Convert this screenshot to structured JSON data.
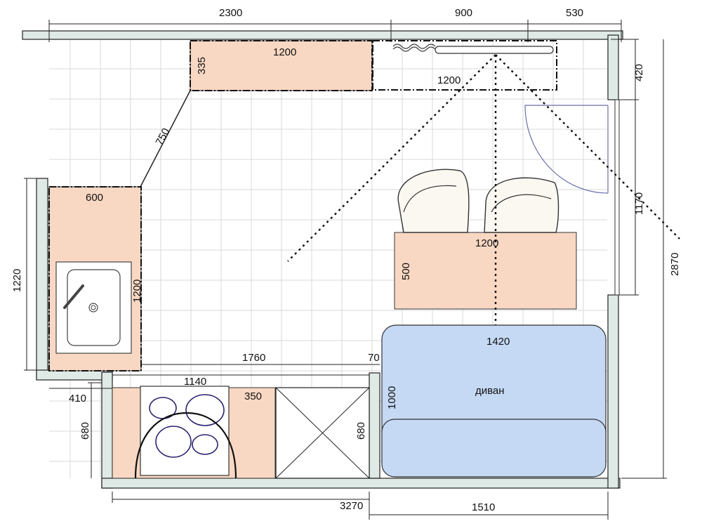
{
  "dimensions": {
    "top_total": "2300",
    "top_window": "900",
    "top_right": "530",
    "upper_cabinet_length": "1200",
    "upper_cabinet_depth": "335",
    "hood_cabinet_length": "1200",
    "diagonal": "750",
    "sink_counter_depth": "600",
    "sink_counter_length": "1200",
    "left_wall": "1220",
    "step_width": "410",
    "stove_wall_height": "680",
    "stove_width": "1140",
    "stove_depth": "350",
    "bottom_counter_length": "1760",
    "niche_width": "70",
    "niche_height": "680",
    "sofa_depth": "1000",
    "sofa_length": "1420",
    "table_length": "1200",
    "table_depth": "500",
    "right_top": "420",
    "door_opening": "1170",
    "right_total": "2870",
    "bottom_left_total": "3270",
    "bottom_right": "1510"
  },
  "labels": {
    "sofa": "диван"
  },
  "colors": {
    "wall": "#dfe9e5",
    "cabinet": "#f9d8c3",
    "sofa": "#c5d9f4",
    "tile_grid": "#d9d9d9",
    "line": "#222222"
  }
}
